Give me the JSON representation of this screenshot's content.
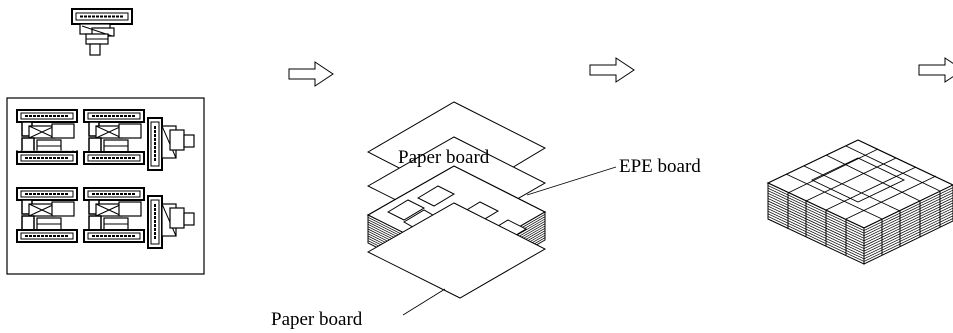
{
  "labels": {
    "top_paper_board": "Paper board",
    "epe_board": "EPE board",
    "bottom_paper_board": "Paper board"
  },
  "colors": {
    "stroke": "#000000",
    "background": "#ffffff"
  },
  "icons": [
    "right-arrow-icon",
    "right-arrow-icon",
    "right-arrow-icon"
  ]
}
